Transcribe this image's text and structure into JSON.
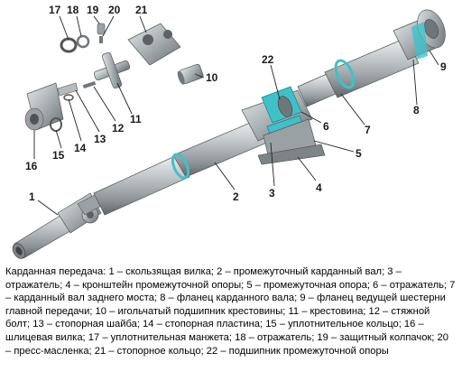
{
  "diagram": {
    "callouts": [
      {
        "id": "17",
        "label": "17"
      },
      {
        "id": "18",
        "label": "18"
      },
      {
        "id": "19",
        "label": "19"
      },
      {
        "id": "20",
        "label": "20"
      },
      {
        "id": "21",
        "label": "21"
      },
      {
        "id": "10",
        "label": "10"
      },
      {
        "id": "9",
        "label": "9"
      },
      {
        "id": "22",
        "label": "22"
      },
      {
        "id": "8",
        "label": "8"
      },
      {
        "id": "7",
        "label": "7"
      },
      {
        "id": "6",
        "label": "6"
      },
      {
        "id": "5",
        "label": "5"
      },
      {
        "id": "4",
        "label": "4"
      },
      {
        "id": "3",
        "label": "3"
      },
      {
        "id": "2",
        "label": "2"
      },
      {
        "id": "1",
        "label": "1"
      },
      {
        "id": "11",
        "label": "11"
      },
      {
        "id": "12",
        "label": "12"
      },
      {
        "id": "13",
        "label": "13"
      },
      {
        "id": "14",
        "label": "14"
      },
      {
        "id": "15",
        "label": "15"
      },
      {
        "id": "16",
        "label": "16"
      }
    ]
  },
  "caption": "Карданная передача: 1 – скользящая вилка; 2 – промежуточный карданный вал; 3 – отражатель; 4 – кронштейн промежуточной опоры; 5 – промежуточная опора; 6 – отражатель; 7 – карданный вал заднего моста; 8 – фланец карданного вала; 9 – фланец ведущей шестерни главной передачи; 10 – игольчатый подшипник крестовины; 11 – крестовина; 12 – стяжной болт; 13 – стопорная шайба; 14 – стопорная пластина; 15 – уплотнительное кольцо; 16 – шлицевая вилка; 17 – уплотнительная манжета; 18 – отражатель; 19 – защитный колпачок; 20 – пресс-масленка; 21 – стопорное кольцо; 22 – подшипник промежуточной опоры",
  "colors": {
    "metal": "#a9b0b3",
    "metal_dark": "#6f777b",
    "metal_light": "#e4e7e8",
    "accent": "#3fc1c9",
    "leader": "#222222"
  }
}
